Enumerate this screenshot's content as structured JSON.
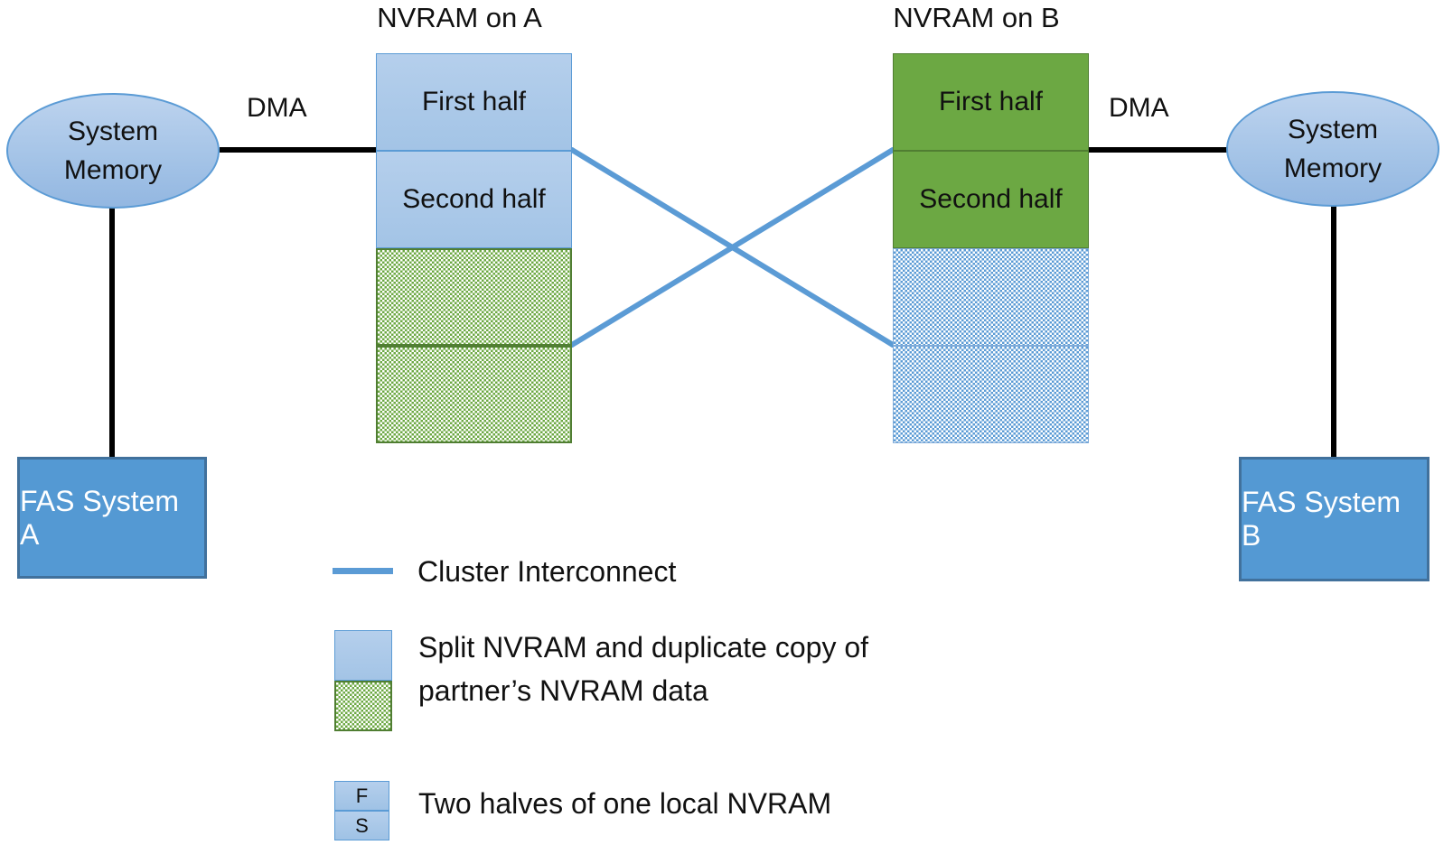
{
  "diagram": {
    "nvram_a": {
      "title": "NVRAM on A",
      "first_half": "First half",
      "second_half": "Second half"
    },
    "nvram_b": {
      "title": "NVRAM on B",
      "first_half": "First half",
      "second_half": "Second half"
    },
    "system_memory_a": {
      "line1": "System",
      "line2": "Memory"
    },
    "system_memory_b": {
      "line1": "System",
      "line2": "Memory"
    },
    "dma_a": "DMA",
    "dma_b": "DMA",
    "fas_a": "FAS System A",
    "fas_b": "FAS System B"
  },
  "legend": {
    "cluster_interconnect": "Cluster Interconnect",
    "split_nvram_line1": "Split NVRAM and duplicate copy of",
    "split_nvram_line2": "partner’s NVRAM data",
    "two_halves": "Two halves of one local NVRAM",
    "f_label": "F",
    "s_label": "S"
  },
  "colors": {
    "interconnect_blue": "#5b9bd5",
    "light_blue_fill": "#aecbea",
    "green_fill": "#6ca843",
    "green_border": "#507e32",
    "fas_fill": "#5499d3",
    "fas_border": "#41719c",
    "connector_black": "#000000"
  }
}
